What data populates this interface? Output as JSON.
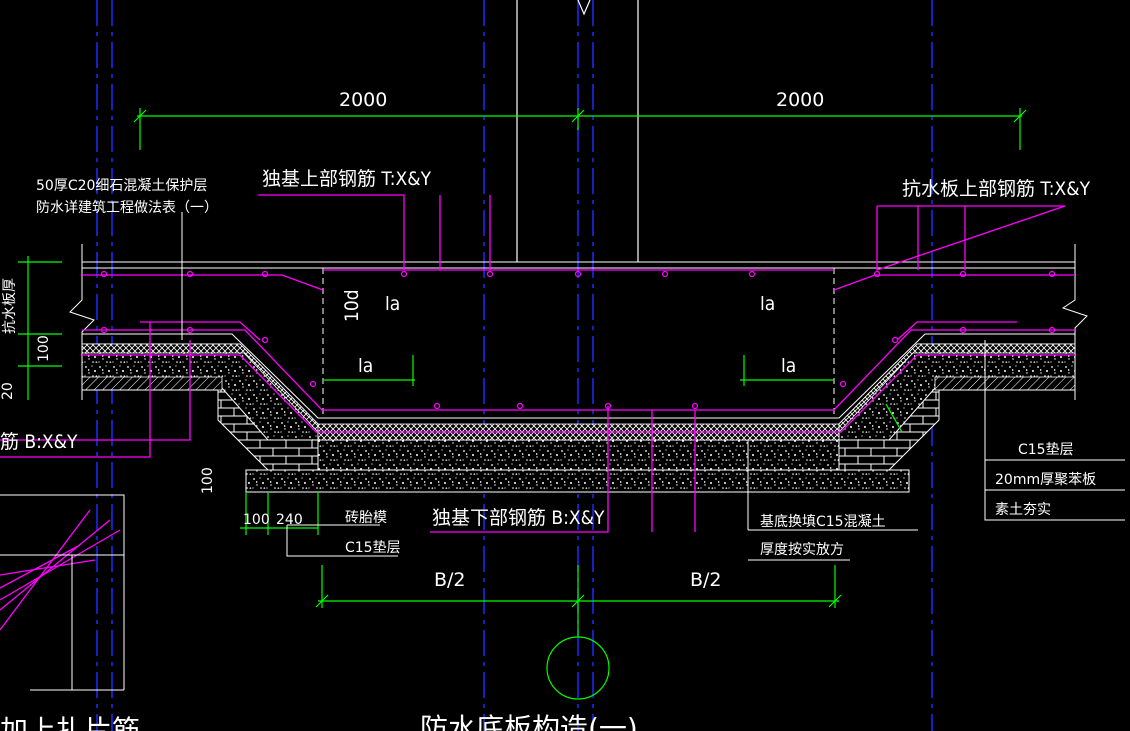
{
  "colors": {
    "background": "#000000",
    "axis_blue": "#1a2cff",
    "outline_white": "#ffffff",
    "rebar_magenta": "#ff00ff",
    "dimension_green": "#00ff00",
    "leader_purple": "#9b4dff"
  },
  "dimensions": {
    "top_left": "2000",
    "top_right": "2000",
    "bottom_left": "B/2",
    "bottom_right": "B/2",
    "thickness_100": "100",
    "thickness_20": "20",
    "bottom_100": "100",
    "bottom_240": "240",
    "pad_100": "100",
    "ten_d": "10d"
  },
  "anchorage_labels": {
    "la_1": "la",
    "la_2": "la",
    "la_3": "la",
    "la_4": "la"
  },
  "annotations": {
    "protective_layer_line1": "50厚C20细石混凝土保护层",
    "protective_layer_line2": "防水详建筑工程做法表（一）",
    "footing_top_rebar": "独基上部钢筋 T:X&Y",
    "raft_top_rebar": "抗水板上部钢筋 T:X&Y",
    "left_bottom_rebar": "筋 B:X&Y",
    "left_vertical_label": "抗水板厚",
    "brick_mold": "砖胎模",
    "c15_cushion_left": "C15垫层",
    "footing_bottom_rebar": "独基下部钢筋 B:X&Y",
    "base_fill_line1": "基底换填C15混凝土",
    "base_fill_line2": "厚度按实放方",
    "c15_cushion_right": "C15垫层",
    "polystyrene_board": "20mm厚聚苯板",
    "compacted_soil": "素土夯实",
    "bottom_left_partial": "加上扎片筋"
  },
  "drawing_title": "防水底板构造(一)"
}
